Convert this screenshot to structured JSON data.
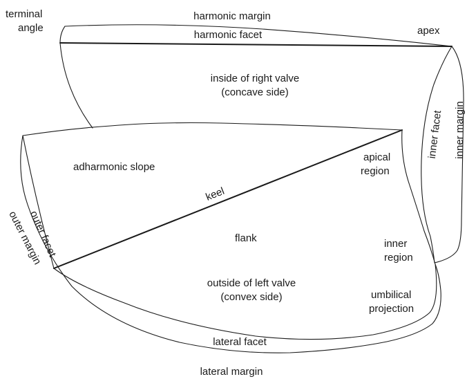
{
  "labels": {
    "terminal_angle_1": "terminal",
    "terminal_angle_2": "angle",
    "harmonic_margin": "harmonic margin",
    "harmonic_facet": "harmonic facet",
    "apex": "apex",
    "inside_right_valve_1": "inside of right valve",
    "inside_right_valve_2": "(concave side)",
    "inner_facet": "inner facet",
    "inner_margin": "inner margin",
    "adharmonic_slope": "adharmonic slope",
    "apical_region_1": "apical",
    "apical_region_2": "region",
    "keel": "keel",
    "flank": "flank",
    "inner_region_1": "inner",
    "inner_region_2": "region",
    "outer_facet": "outer facet",
    "outer_margin": "outer margin",
    "outside_left_valve_1": "outside of left valve",
    "outside_left_valve_2": "(convex side)",
    "umbilical_projection_1": "umbilical",
    "umbilical_projection_2": "projection",
    "lateral_facet": "lateral facet",
    "lateral_margin": "lateral margin"
  }
}
